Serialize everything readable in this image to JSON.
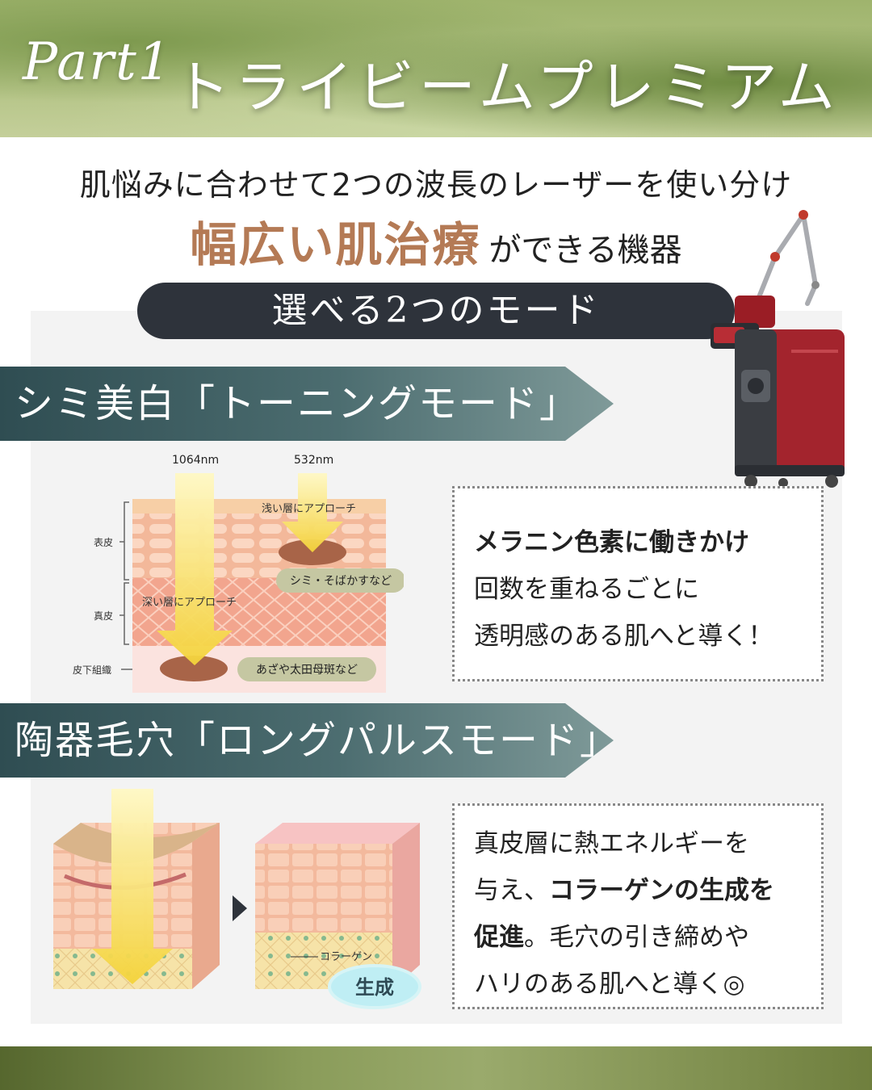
{
  "header": {
    "part_label": "Part1",
    "title": "トライビームプレミアム"
  },
  "intro": {
    "line1": "肌悩みに合わせて2つの波長のレーザーを使い分け",
    "highlight": "幅広い肌治療",
    "line2_rest": "ができる機器"
  },
  "modes_pill": "選べる2つのモード",
  "mode1": {
    "title": "シミ美白「トーニングモード」",
    "diagram": {
      "wavelength_a": "1064nm",
      "wavelength_b": "532nm",
      "label_epidermis": "表皮",
      "label_dermis": "真皮",
      "label_subcutis": "皮下組織",
      "note_shallow": "浅い層にアプローチ",
      "note_deep": "深い層にアプローチ",
      "tag_spots": "シミ・そばかすなど",
      "tag_nevus": "あざや太田母斑など"
    },
    "text": {
      "bold_line": "メラニン色素に働きかけ",
      "line2": "回数を重ねるごとに",
      "line3": "透明感のある肌へと導く！"
    }
  },
  "mode2": {
    "title": "陶器毛穴「ロングパルスモード」",
    "diagram": {
      "collagen_label": "コラーゲン",
      "generate_badge": "生成"
    },
    "text": {
      "line1": "真皮層に熱エネルギーを",
      "line2_a": "与え、",
      "line2_bold": "コラーゲンの生成を",
      "line3_bold": "促進",
      "line3_rest": "。毛穴の引き締めや",
      "line4": "ハリのある肌へと導く◎"
    }
  },
  "colors": {
    "accent_brown": "#b47a55",
    "band_teal": "#3f5f63",
    "pill_dark": "#2e333b",
    "header_green": "#9fb46d"
  }
}
